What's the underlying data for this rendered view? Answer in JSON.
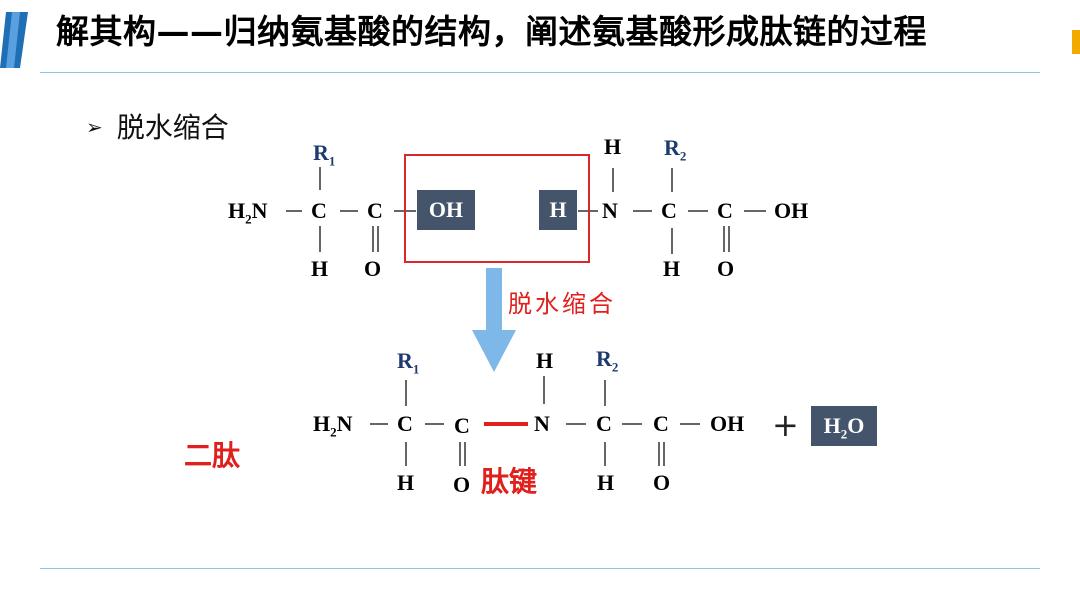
{
  "header": {
    "title": "解其构——归纳氨基酸的结构，阐述氨基酸形成肽链的过程"
  },
  "bullet": {
    "marker": "➢",
    "text": "脱水缩合"
  },
  "reactants": {
    "aa1": {
      "amino": "H",
      "amino_sub": "2",
      "amino_n": "N",
      "carbon_alpha": "C",
      "carbon_carbonyl": "C",
      "r_group": "R",
      "r_sub": "1",
      "hydrogen": "H",
      "oxygen": "O",
      "hydroxyl": "OH"
    },
    "aa2": {
      "hydrogen_top": "H",
      "amino_h": "H",
      "nitrogen": "N",
      "carbon_alpha": "C",
      "carbon_carbonyl": "C",
      "r_group": "R",
      "r_sub": "2",
      "hydrogen_bottom": "H",
      "oxygen": "O",
      "hydroxyl": "OH"
    }
  },
  "arrow_label": "脱水缩合",
  "product": {
    "amino": "H",
    "amino_sub": "2",
    "amino_n": "N",
    "c1": "C",
    "c2": "C",
    "n": "N",
    "c3": "C",
    "c4": "C",
    "oh": "OH",
    "r1": "R",
    "r1_sub": "1",
    "r2": "R",
    "r2_sub": "2",
    "h_top": "H",
    "h1": "H",
    "o1": "O",
    "h2": "H",
    "o2": "O",
    "plus": "+",
    "water": "H",
    "water_sub": "2",
    "water_o": "O",
    "dipeptide_label": "二肽",
    "bond_label": "肽键"
  },
  "colors": {
    "accent_blue": "#1f6fb5",
    "box_dark": "#44546a",
    "highlight_red": "#e0201c",
    "arrow_blue": "#7db8e8",
    "r_label": "#1f3a6e"
  }
}
